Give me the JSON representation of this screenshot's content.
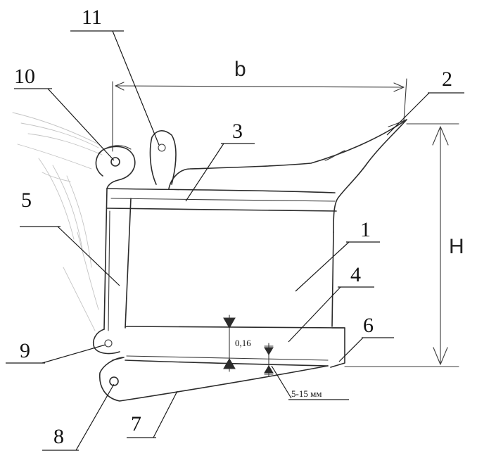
{
  "labels": {
    "part_1": "1",
    "part_2": "2",
    "part_3": "3",
    "part_4": "4",
    "part_5": "5",
    "part_6": "6",
    "part_7": "7",
    "part_8": "8",
    "part_9": "9",
    "part_10": "10",
    "part_11": "11"
  },
  "dimensions": {
    "width": "b",
    "height": "H",
    "gap": "0,16",
    "clearance": "5-15 мм"
  }
}
